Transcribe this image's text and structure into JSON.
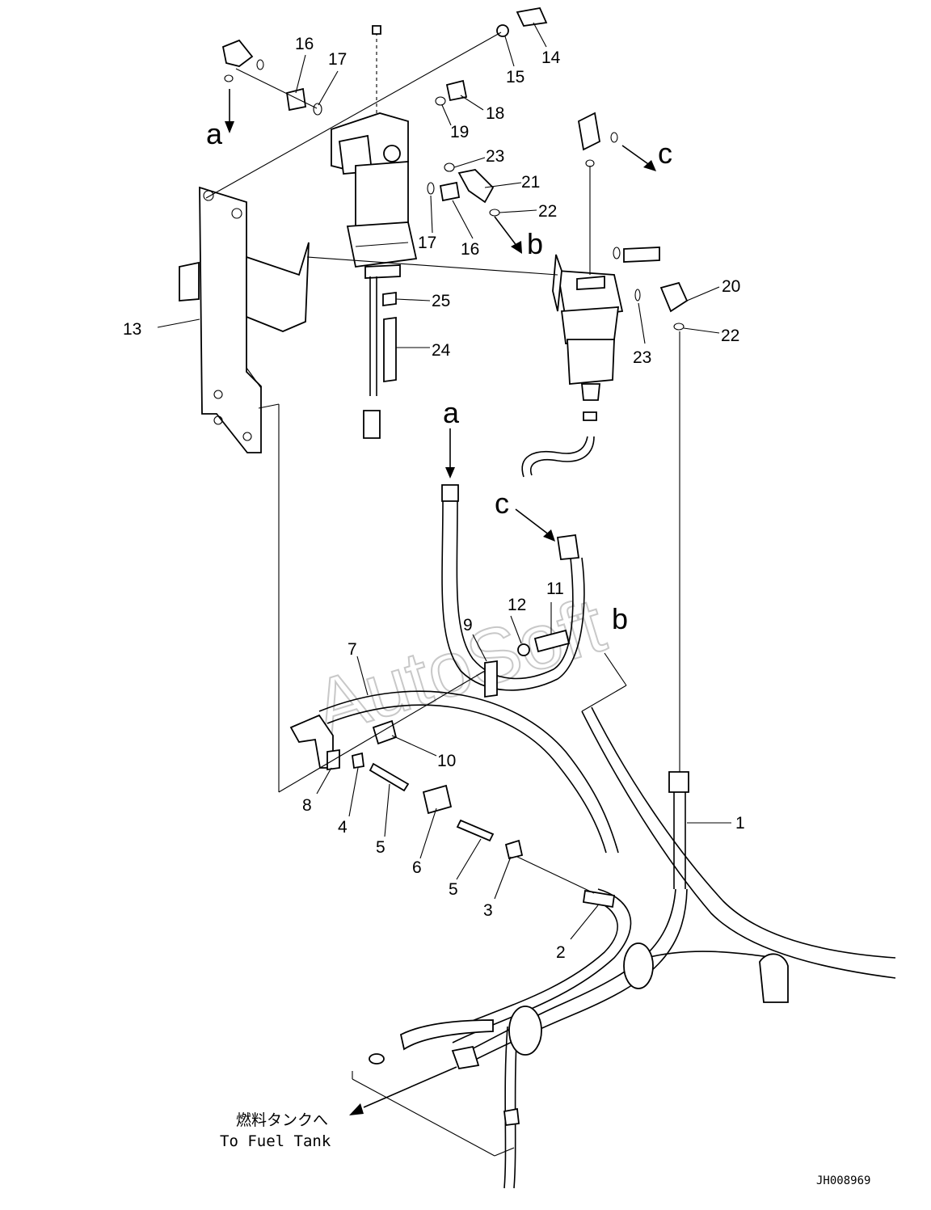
{
  "watermark": "AutoSoft",
  "drawing_code": "JH008969",
  "destination_note": {
    "jp": "燃料タンクへ",
    "en": "To Fuel Tank"
  },
  "view_markers": {
    "a": "a",
    "b": "b",
    "c": "c"
  },
  "callouts": {
    "n1": "1",
    "n2": "2",
    "n3": "3",
    "n4": "4",
    "n5a": "5",
    "n5b": "5",
    "n6": "6",
    "n7": "7",
    "n8": "8",
    "n9": "9",
    "n10": "10",
    "n11": "11",
    "n12": "12",
    "n13": "13",
    "n14": "14",
    "n15": "15",
    "n16a": "16",
    "n16b": "16",
    "n17a": "17",
    "n17b": "17",
    "n18": "18",
    "n19": "19",
    "n20": "20",
    "n21": "21",
    "n22a": "22",
    "n22b": "22",
    "n23a": "23",
    "n23b": "23",
    "n24": "24",
    "n25": "25"
  }
}
